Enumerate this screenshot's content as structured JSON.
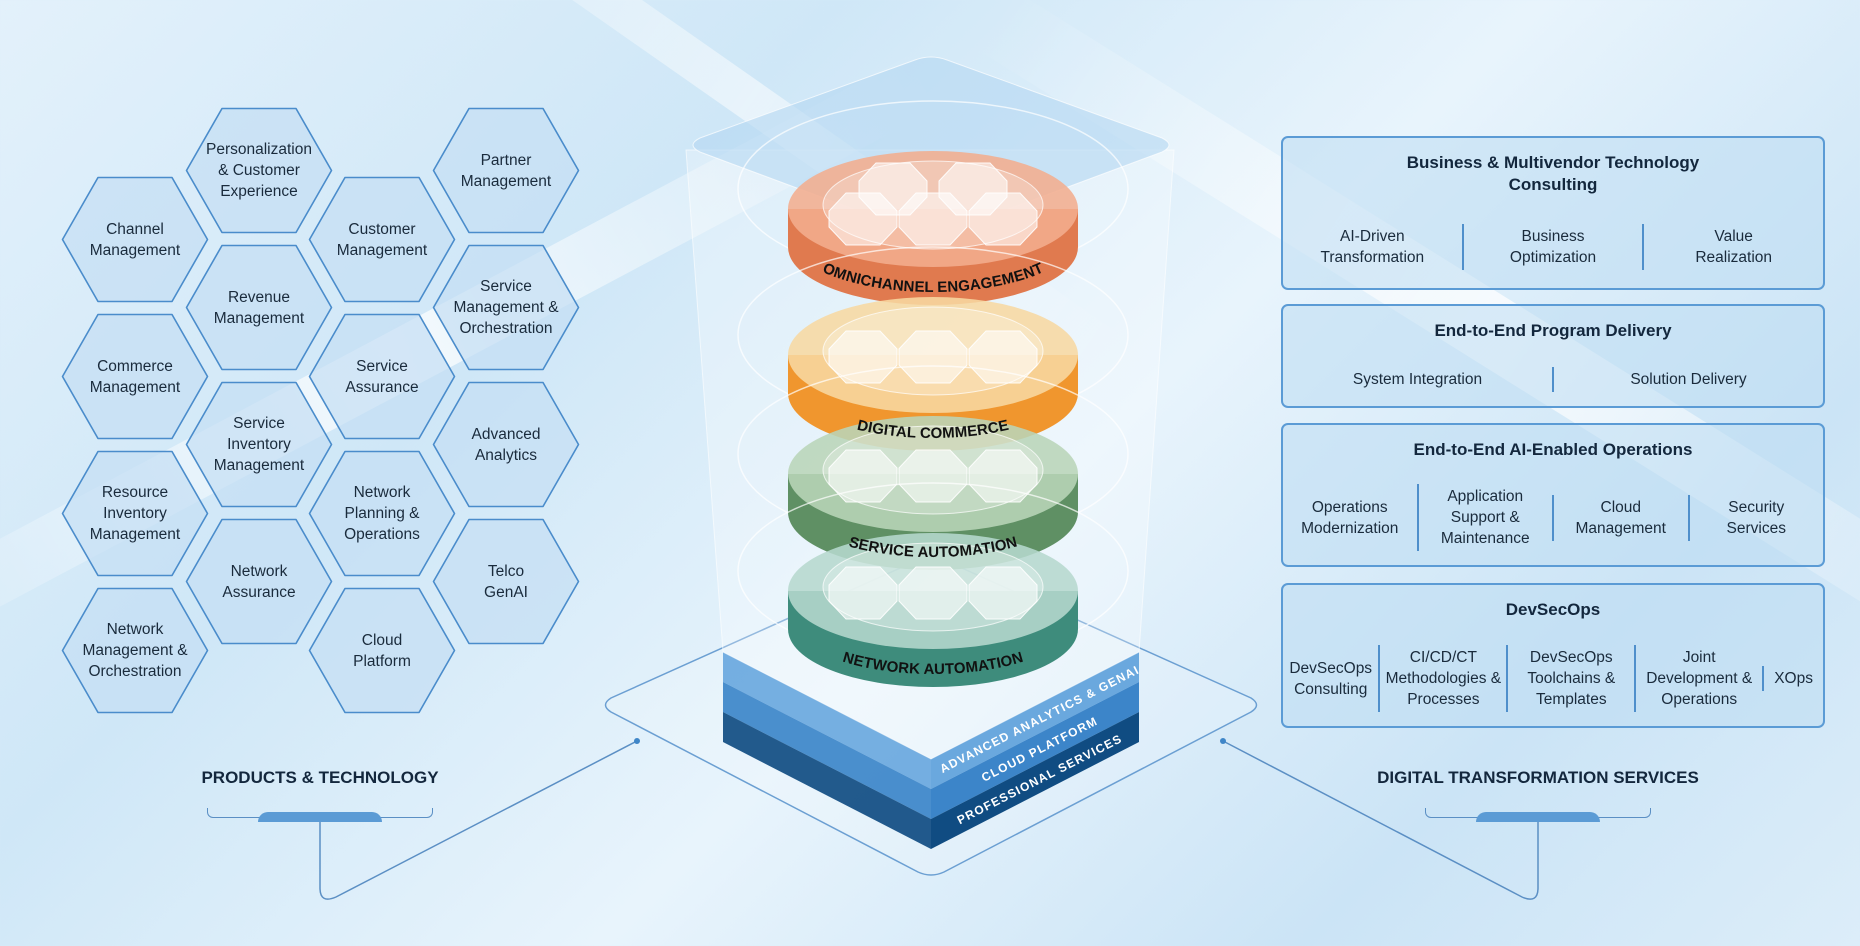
{
  "products": {
    "title": "PRODUCTS & TECHNOLOGY",
    "hexes": [
      {
        "label": "Channel\nManagement",
        "col": 0,
        "row": 0
      },
      {
        "label": "Commerce\nManagement",
        "col": 0,
        "row": 1
      },
      {
        "label": "Resource\nInventory\nManagement",
        "col": 0,
        "row": 2
      },
      {
        "label": "Network\nManagement &\nOrchestration",
        "col": 0,
        "row": 3
      },
      {
        "label": "Personalization\n& Customer\nExperience",
        "col": 1,
        "row": 0
      },
      {
        "label": "Revenue\nManagement",
        "col": 1,
        "row": 1
      },
      {
        "label": "Service\nInventory\nManagement",
        "col": 1,
        "row": 2
      },
      {
        "label": "Network\nAssurance",
        "col": 1,
        "row": 3
      },
      {
        "label": "Customer\nManagement",
        "col": 2,
        "row": 0
      },
      {
        "label": "Service\nAssurance",
        "col": 2,
        "row": 1
      },
      {
        "label": "Network\nPlanning &\nOperations",
        "col": 2,
        "row": 2
      },
      {
        "label": "Cloud\nPlatform",
        "col": 2,
        "row": 3
      },
      {
        "label": "Partner\nManagement",
        "col": 3,
        "row": 0
      },
      {
        "label": "Service\nManagement &\nOrchestration",
        "col": 3,
        "row": 1
      },
      {
        "label": "Advanced\nAnalytics",
        "col": 3,
        "row": 2
      },
      {
        "label": "Telco\nGenAI",
        "col": 3,
        "row": 3
      }
    ]
  },
  "stack": {
    "layers": [
      {
        "label": "OMNICHANNEL ENGAGEMENT",
        "band": "#e07a4f",
        "top": "#f2ad8e"
      },
      {
        "label": "DIGITAL COMMERCE",
        "band": "#f0962e",
        "top": "#f7d8a2"
      },
      {
        "label": "SERVICE AUTOMATION",
        "band": "#5f9064",
        "top": "#b9d5b8"
      },
      {
        "label": "NETWORK AUTOMATION",
        "band": "#3e8c7c",
        "top": "#b6d8ce"
      }
    ],
    "base": [
      {
        "label": "ADVANCED ANALYTICS & GENAI",
        "color": "#6aa8de"
      },
      {
        "label": "CLOUD PLATFORM",
        "color": "#3c85c9"
      },
      {
        "label": "PROFESSIONAL SERVICES",
        "color": "#104c82"
      }
    ]
  },
  "services": {
    "title": "DIGITAL TRANSFORMATION SERVICES",
    "boxes": [
      {
        "title": "Business & Multivendor Technology\nConsulting",
        "items": [
          "AI-Driven\nTransformation",
          "Business\nOptimization",
          "Value\nRealization"
        ]
      },
      {
        "title": "End-to-End Program Delivery",
        "items": [
          "System Integration",
          "Solution Delivery"
        ]
      },
      {
        "title": "End-to-End AI-Enabled Operations",
        "items": [
          "Operations\nModernization",
          "Application\nSupport &\nMaintenance",
          "Cloud\nManagement",
          "Security\nServices"
        ]
      },
      {
        "title": "DevSecOps",
        "items": [
          "DevSecOps\nConsulting",
          "CI/CD/CT\nMethodologies &\nProcesses",
          "DevSecOps\nToolchains &\nTemplates",
          "Joint\nDevelopment &\nOperations",
          "XOps"
        ]
      }
    ]
  }
}
